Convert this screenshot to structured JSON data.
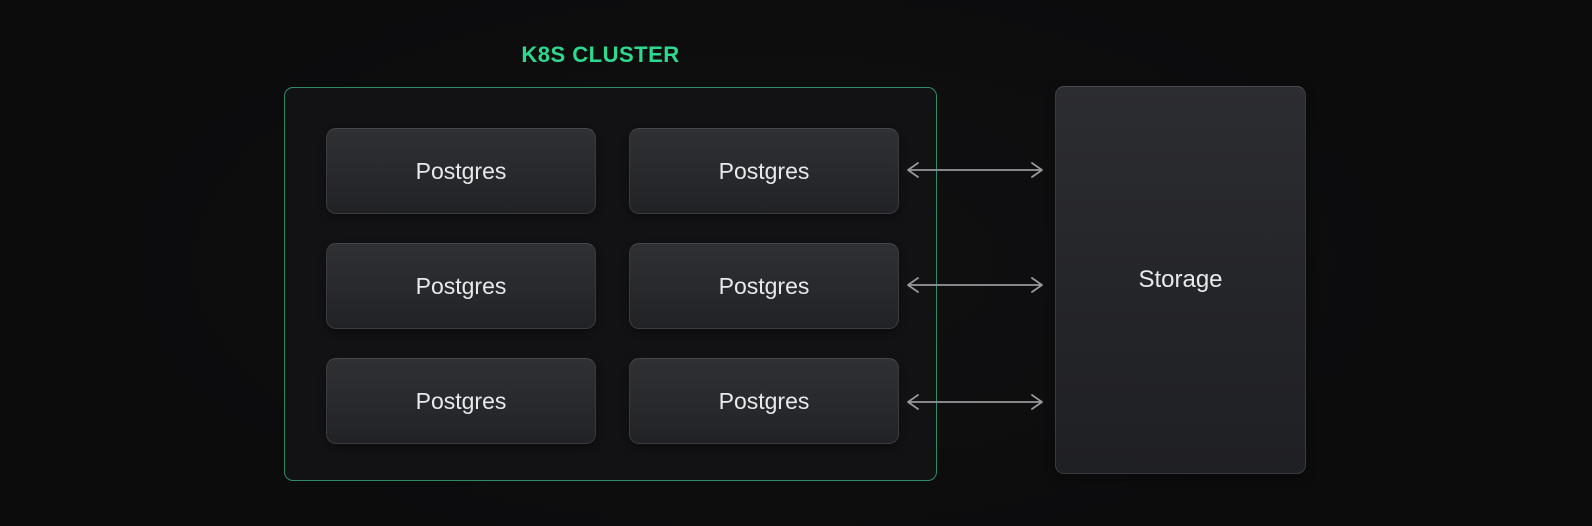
{
  "page": {
    "background_color": "#0d0d0e"
  },
  "diagram": {
    "title": "K8S CLUSTER",
    "title_color": "#2bd98f",
    "cluster": {
      "name": "K8S CLUSTER",
      "border_color": "#2f8a65",
      "nodes": [
        {
          "label": "Postgres"
        },
        {
          "label": "Postgres"
        },
        {
          "label": "Postgres"
        },
        {
          "label": "Postgres"
        },
        {
          "label": "Postgres"
        },
        {
          "label": "Postgres"
        }
      ]
    },
    "storage": {
      "label": "Storage"
    },
    "arrows": {
      "direction": "bidirectional",
      "color": "#96979b",
      "count": 3
    }
  }
}
